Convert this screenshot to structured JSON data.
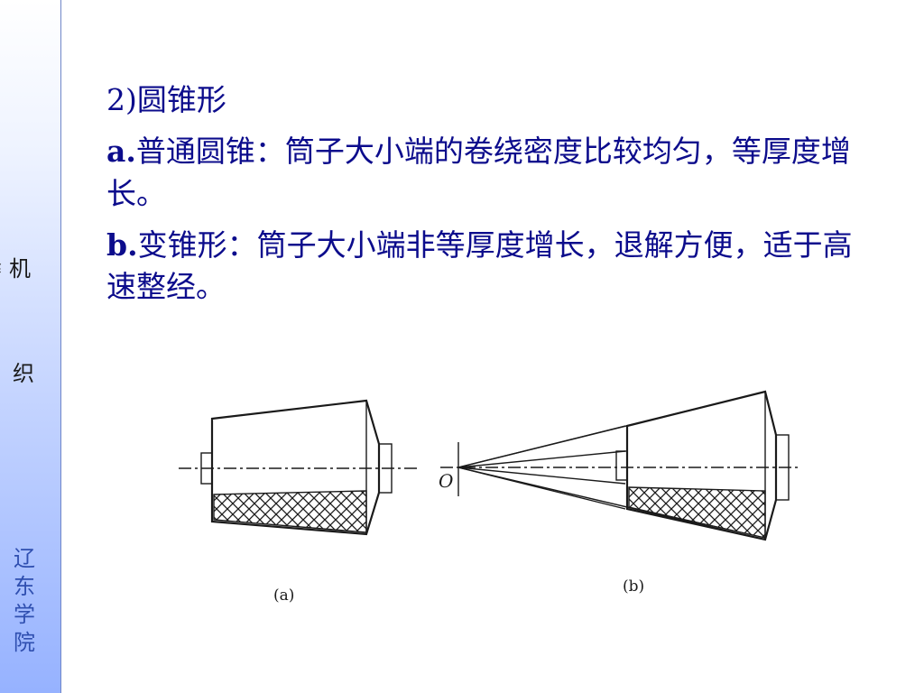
{
  "sidebar": {
    "partial_char": "纟",
    "char_top": "机",
    "char_middle": "织",
    "college_chars": [
      "辽",
      "东",
      "学",
      "院"
    ]
  },
  "content": {
    "heading": "2)圆锥形",
    "item_a_prefix": "a.",
    "item_a_text": "普通圆锥：筒子大小端的卷绕密度比较均匀，等厚度增长。",
    "item_b_prefix": "b.",
    "item_b_text": "变锥形：筒子大小端非等厚度增长，退解方便，适于高速整经。"
  },
  "figure": {
    "label_a": "(a)",
    "label_b": "(b)",
    "origin_label": "O"
  }
}
